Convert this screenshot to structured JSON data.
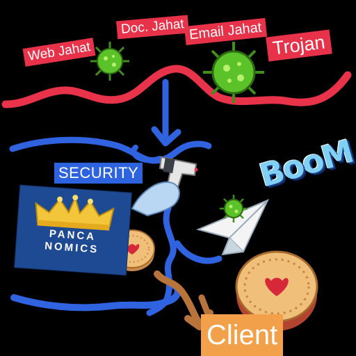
{
  "threats": {
    "web": "Web Jahat",
    "doc": "Doc. Jahat",
    "email": "Email Jahat",
    "trojan": "Trojan"
  },
  "security_label": "SECURITY",
  "client_label": "Client",
  "boom_text": "BooM",
  "logo": {
    "line1": "PANCA",
    "line2": "NOMICS"
  },
  "colors": {
    "threat_tag": "#e8324a",
    "security_tag": "#2e63e0",
    "client_tag": "#f2a14a",
    "red_line": "#e8334a",
    "blue_line": "#2f63e0",
    "brown_arrow": "#b8743a",
    "virus": "#5cc22a",
    "background": "#000000"
  },
  "icons": [
    "virus-icon",
    "thermometer-gun-icon",
    "paper-plane-icon",
    "cookie-icon",
    "crown-icon",
    "boom-icon"
  ]
}
